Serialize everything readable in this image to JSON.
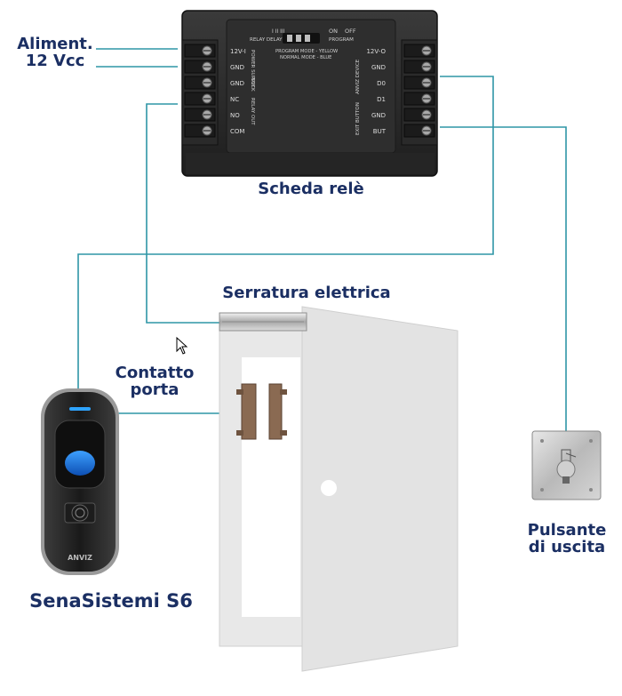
{
  "labels": {
    "power_line1": "Aliment.",
    "power_line2": "12 Vcc",
    "relay_board": "Scheda relè",
    "electric_lock": "Serratura elettrica",
    "door_contact_line1": "Contatto",
    "door_contact_line2": "porta",
    "exit_button_line1": "Pulsante",
    "exit_button_line2": "di uscita",
    "reader": "SenaSistemi S6"
  },
  "board": {
    "top_switch_numbers": "I  II  III",
    "top_on": "ON",
    "top_off": "OFF",
    "top_relay_delay": "RELAY DELAY",
    "top_program": "PROGRAM",
    "program_mode": "PROGRAM MODE - YELLOW",
    "normal_mode": "NORMAL MODE - BLUE",
    "left_terminals": [
      "12V-I",
      "GND",
      "GND",
      "NC",
      "NO",
      "COM"
    ],
    "left_group_power": "POWER SUPPLY",
    "left_group_lock": "LOCK",
    "left_group_relay": "RELAY OUT",
    "right_terminals": [
      "12V-O",
      "GND",
      "D0",
      "D1",
      "GND",
      "BUT"
    ],
    "right_group_device": "ANVIZ DEVICE",
    "right_group_exit": "EXIT BUTTON"
  },
  "reader_brand": "ANVIZ",
  "colors": {
    "wire": "#2f96a6",
    "label_text": "#1b2f63",
    "board_body": "#2b2b2b",
    "door": "#e6e6e6"
  }
}
